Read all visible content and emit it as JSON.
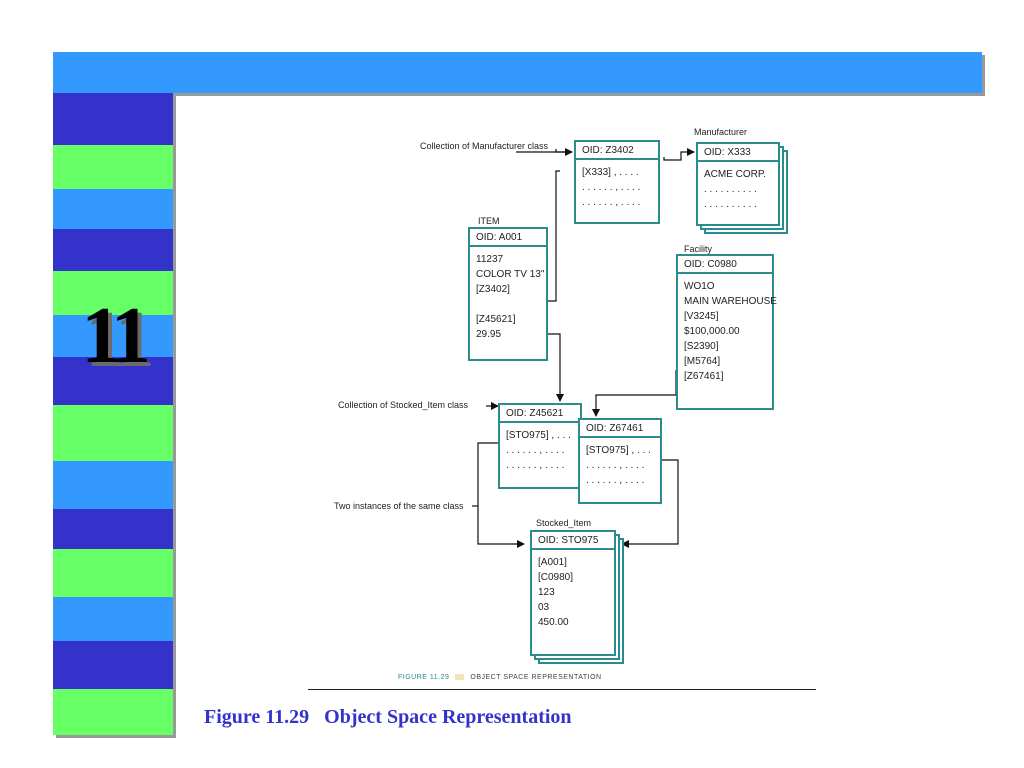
{
  "slide": {
    "chapter_number": "11",
    "colors": {
      "top_bar": "#3399ff",
      "stripe_dark": "#3333cc",
      "stripe_green": "#66ff66",
      "stripe_light": "#3399ff",
      "diagram_stroke": "#2a8c8c",
      "title_color": "#3333cc"
    }
  },
  "diagram": {
    "labels": {
      "manufacturer_collection": "Collection of Manufacturer class",
      "stocked_item_collection": "Collection of Stocked_Item class",
      "two_instances": "Two instances of the same class",
      "item": "ITEM",
      "manufacturer": "Manufacturer",
      "facility": "Facility",
      "stocked_item": "Stocked_Item"
    },
    "boxes": {
      "coll_manufacturer": {
        "oid": "OID: Z3402",
        "lines": [
          "[X333] , . . . .",
          ". . . . . . , . . . .",
          ". . . . . . , . . . ."
        ]
      },
      "manufacturer": {
        "oid": "OID: X333",
        "lines": [
          "ACME CORP.",
          ". . . . . . . . . .",
          ". . . . . . . . . ."
        ]
      },
      "item": {
        "oid": "OID: A001",
        "lines": [
          "11237",
          "COLOR TV 13\"",
          "[Z3402]",
          "",
          "[Z45621]",
          "29.95"
        ]
      },
      "facility": {
        "oid": "OID: C0980",
        "lines": [
          "WO1O",
          "MAIN WAREHOUSE",
          "[V3245]",
          "$100,000.00",
          "[S2390]",
          "[M5764]",
          "[Z67461]"
        ]
      },
      "coll_stocked_1": {
        "oid": "OID: Z45621",
        "lines": [
          "[STO975] , . . .",
          ". . . . . . , . . . .",
          ". . . . . . , . . . ."
        ]
      },
      "coll_stocked_2": {
        "oid": "OID: Z67461",
        "lines": [
          "[STO975] , . . .",
          ". . . . . . , . . . .",
          ". . . . . . , . . . ."
        ]
      },
      "stocked_item": {
        "oid": "OID: STO975",
        "lines": [
          "[A001]",
          "[C0980]",
          "123",
          "03",
          "450.00"
        ]
      }
    },
    "caption": {
      "figure_label": "FIGURE 11.29",
      "text": "OBJECT SPACE REPRESENTATION"
    }
  },
  "figure_title": "Figure 11.29   Object Space Representation"
}
